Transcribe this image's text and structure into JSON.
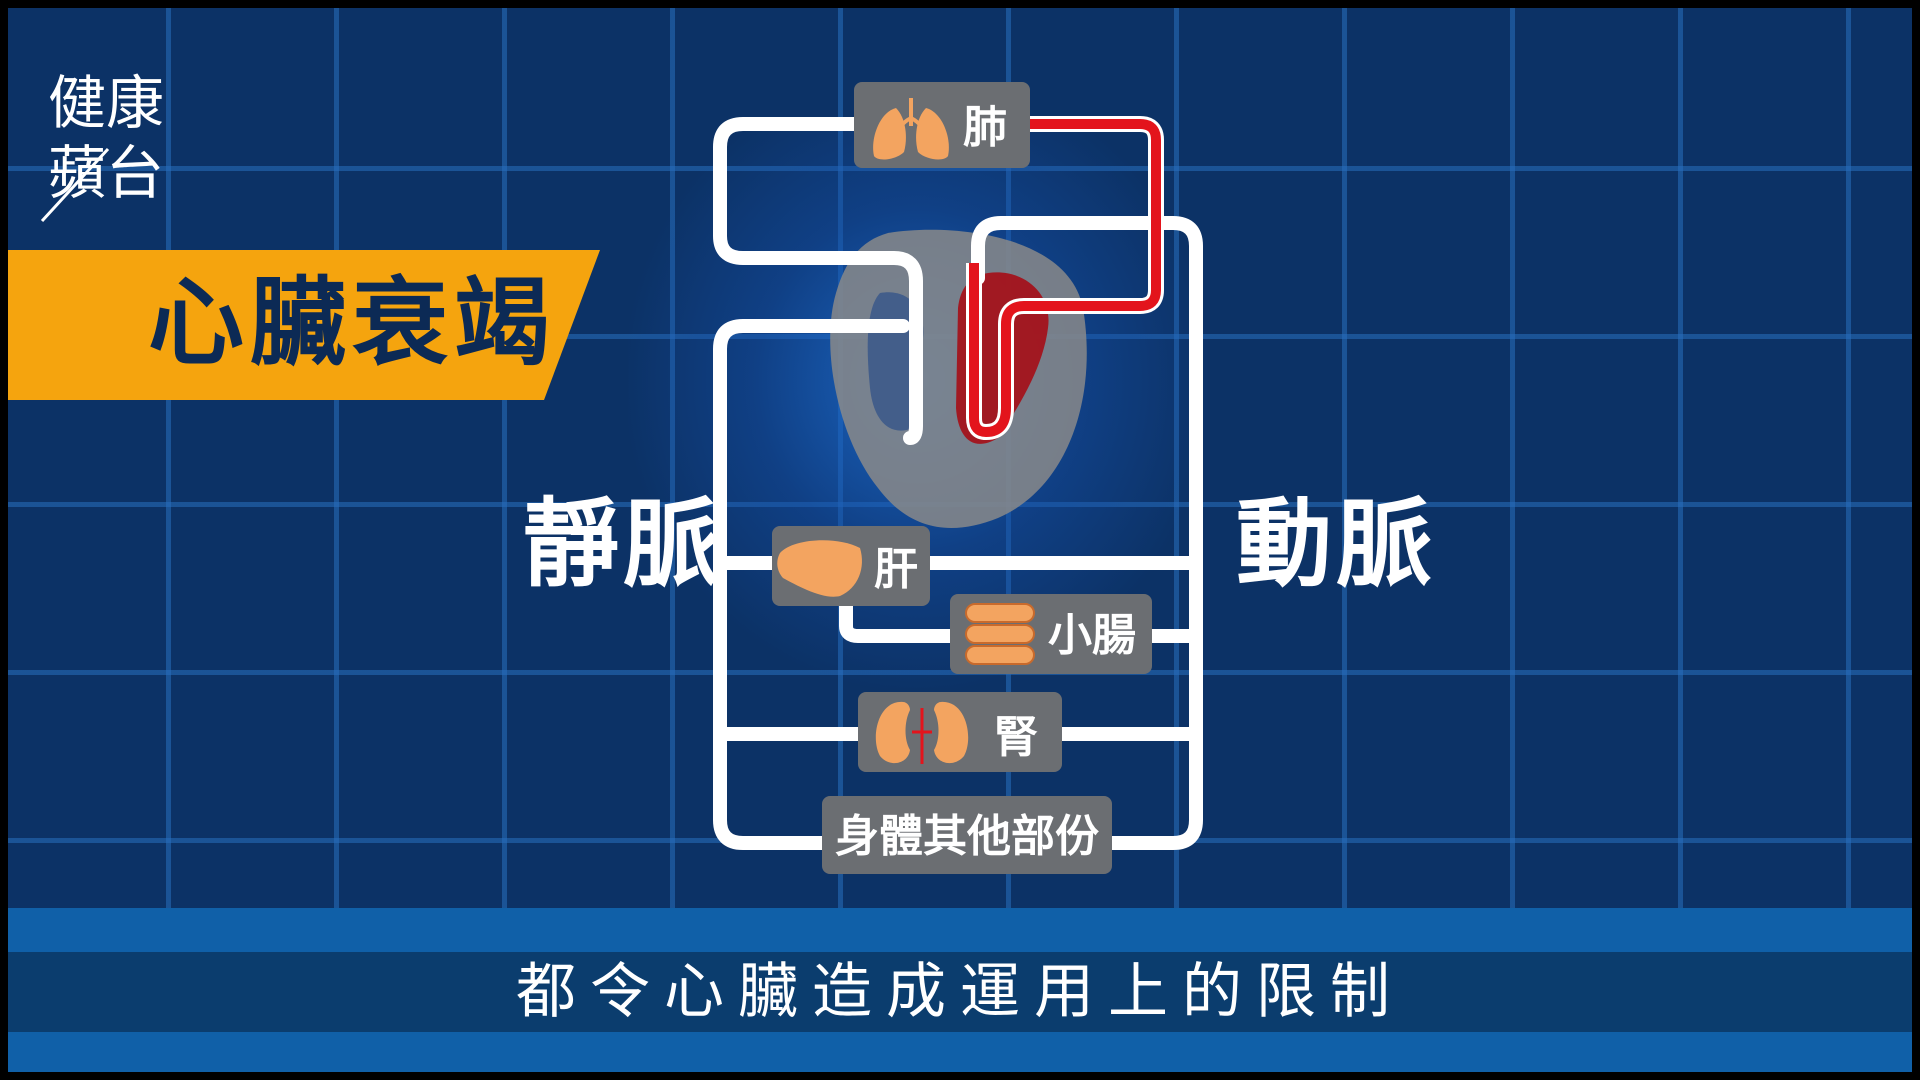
{
  "logo": {
    "line1": "健康",
    "line2": "蘋台"
  },
  "title": "心臟衰竭",
  "labels": {
    "vein": "靜脈",
    "artery": "動脈"
  },
  "organs": {
    "lung": "肺",
    "liver": "肝",
    "intestine": "小腸",
    "kidney": "腎",
    "body": "身體其他部份"
  },
  "subtitle": "都令心臟造成運用上的限制",
  "colors": {
    "background": "#0c3266",
    "banner": "#f5a40e",
    "vessel": "#ffffff",
    "oxygenated": "#e3141c",
    "organ_box": "#6b6e72",
    "heart": "#8a8a8a"
  }
}
